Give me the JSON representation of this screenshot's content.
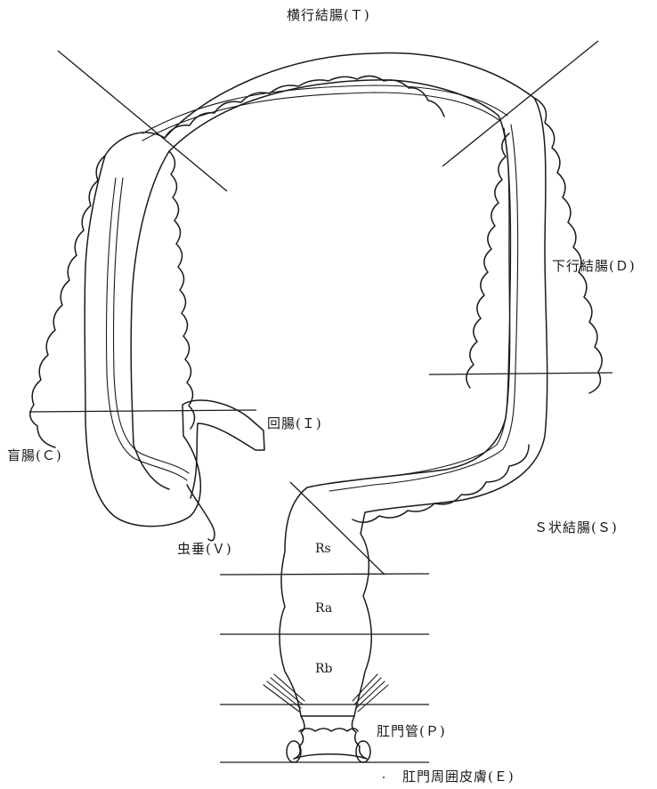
{
  "diagram": {
    "labels": {
      "transverse": "横行結腸(Ｔ)",
      "descending": "下行結腸(Ｄ)",
      "ileum": "回腸(Ｉ)",
      "cecum": "盲腸(Ｃ)",
      "appendix": "虫垂(Ｖ)",
      "sigmoid": "Ｓ状結腸(Ｓ)",
      "rs": "Rs",
      "ra": "Ra",
      "rb": "Rb",
      "anal_canal": "肛門管(Ｐ)",
      "perianal_skin": "肛門周囲皮膚(Ｅ)"
    }
  }
}
